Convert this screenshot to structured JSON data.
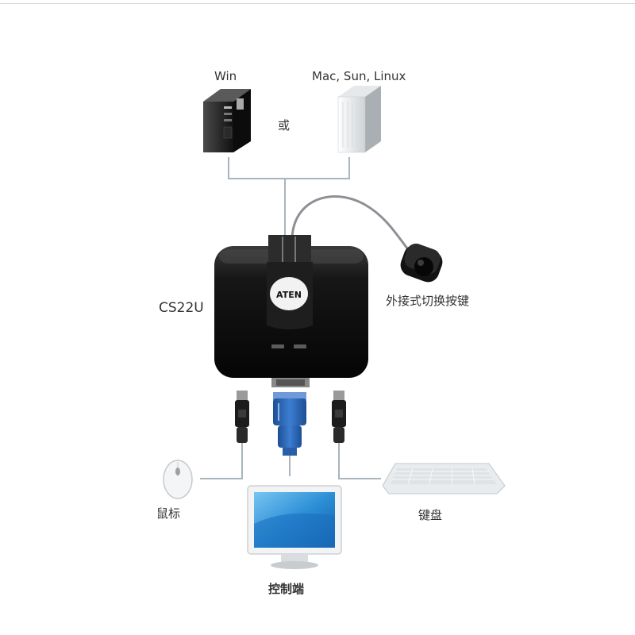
{
  "labels": {
    "win": "Win",
    "mac": "Mac, Sun, Linux",
    "or": "或",
    "model": "CS22U",
    "remote_switch": "外接式切换按键",
    "mouse": "鼠标",
    "keyboard": "键盘",
    "console": "控制端",
    "brand": "ATEN"
  },
  "colors": {
    "device_body": "#161616",
    "connector_blue": "#2f69b8",
    "cable_line": "#a9b4bc",
    "monitor_screen": "#2c8fd6",
    "text": "#333333"
  }
}
